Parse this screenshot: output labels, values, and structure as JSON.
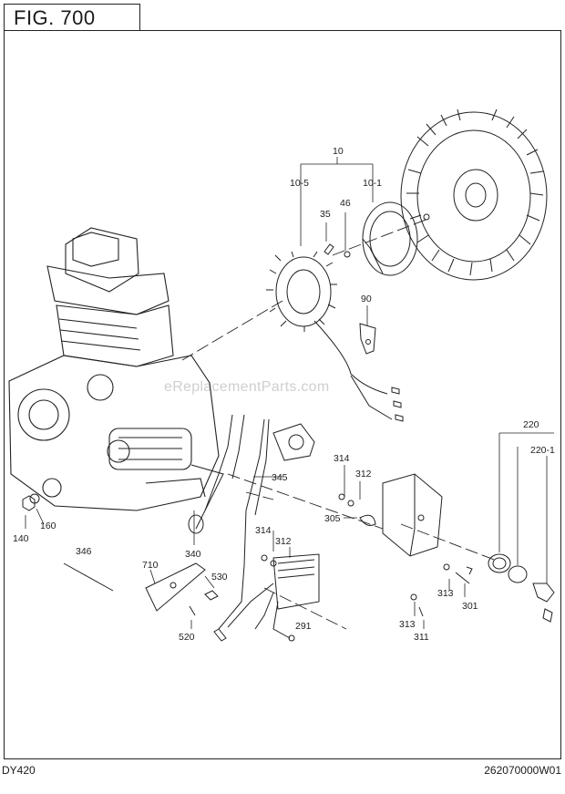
{
  "figure": {
    "title": "FIG. 700"
  },
  "footer": {
    "model": "DY420",
    "code": "262070000W01"
  },
  "watermark": "eReplacementParts.com",
  "callouts": {
    "c10": "10",
    "c10_5": "10-5",
    "c10_1": "10-1",
    "c35": "35",
    "c46": "46",
    "c90": "90",
    "c220": "220",
    "c220_1": "220-1",
    "c314a": "314",
    "c312a": "312",
    "c305": "305",
    "c345": "345",
    "c314b": "314",
    "c312b": "312",
    "c340": "340",
    "c140": "140",
    "c160": "160",
    "c346": "346",
    "c710": "710",
    "c530": "530",
    "c520": "520",
    "c291": "291",
    "c313a": "313",
    "c313b": "313",
    "c301": "301",
    "c311": "311"
  }
}
